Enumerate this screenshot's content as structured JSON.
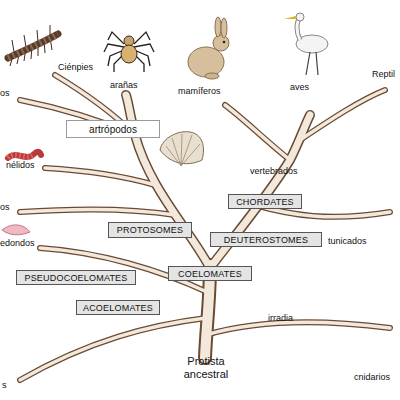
{
  "diagram": {
    "nodes": [
      {
        "text": [
          "artrópodos"
        ]
      },
      {
        "text": [
          "CHORDATES"
        ]
      },
      {
        "text": [
          "PROTOSOMES"
        ]
      },
      {
        "text": [
          "DEUTEROSTOMES"
        ]
      },
      {
        "text": [
          "COELOMATES"
        ]
      },
      {
        "text": [
          "PSEUDOCOELOMATES"
        ]
      },
      {
        "text": [
          "ACOELOMATES"
        ]
      }
    ],
    "labels": [
      "Ciénpies",
      "Reptil",
      "arañas",
      "aves",
      "mamíferos",
      "os",
      "nélidos",
      "vertebrados",
      "os",
      "tunicados",
      "edondos",
      "irradia",
      "Protista ancestral",
      "cnidarios",
      "s"
    ]
  }
}
